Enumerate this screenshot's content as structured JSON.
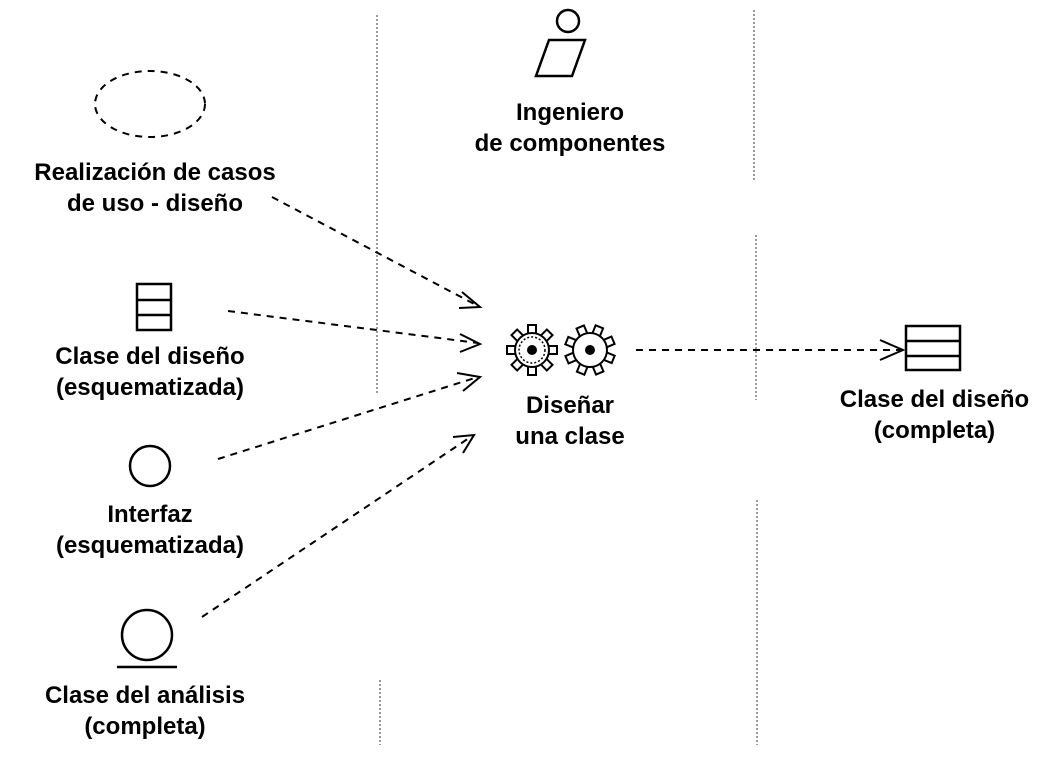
{
  "worker": {
    "line1": "Ingeniero",
    "line2": "de componentes"
  },
  "activity": {
    "line1": "Diseñar",
    "line2": "una clase"
  },
  "inputs": [
    {
      "id": "use-case-realization",
      "line1": "Realización de casos",
      "line2": "de uso - diseño"
    },
    {
      "id": "design-class-outlined",
      "line1": "Clase del diseño",
      "line2": "(esquematizada)"
    },
    {
      "id": "interface-outlined",
      "line1": "Interfaz",
      "line2": "(esquematizada)"
    },
    {
      "id": "analysis-class-complete",
      "line1": "Clase del análisis",
      "line2": "(completa)"
    }
  ],
  "output": {
    "line1": "Clase del diseño",
    "line2": "(completa)"
  }
}
